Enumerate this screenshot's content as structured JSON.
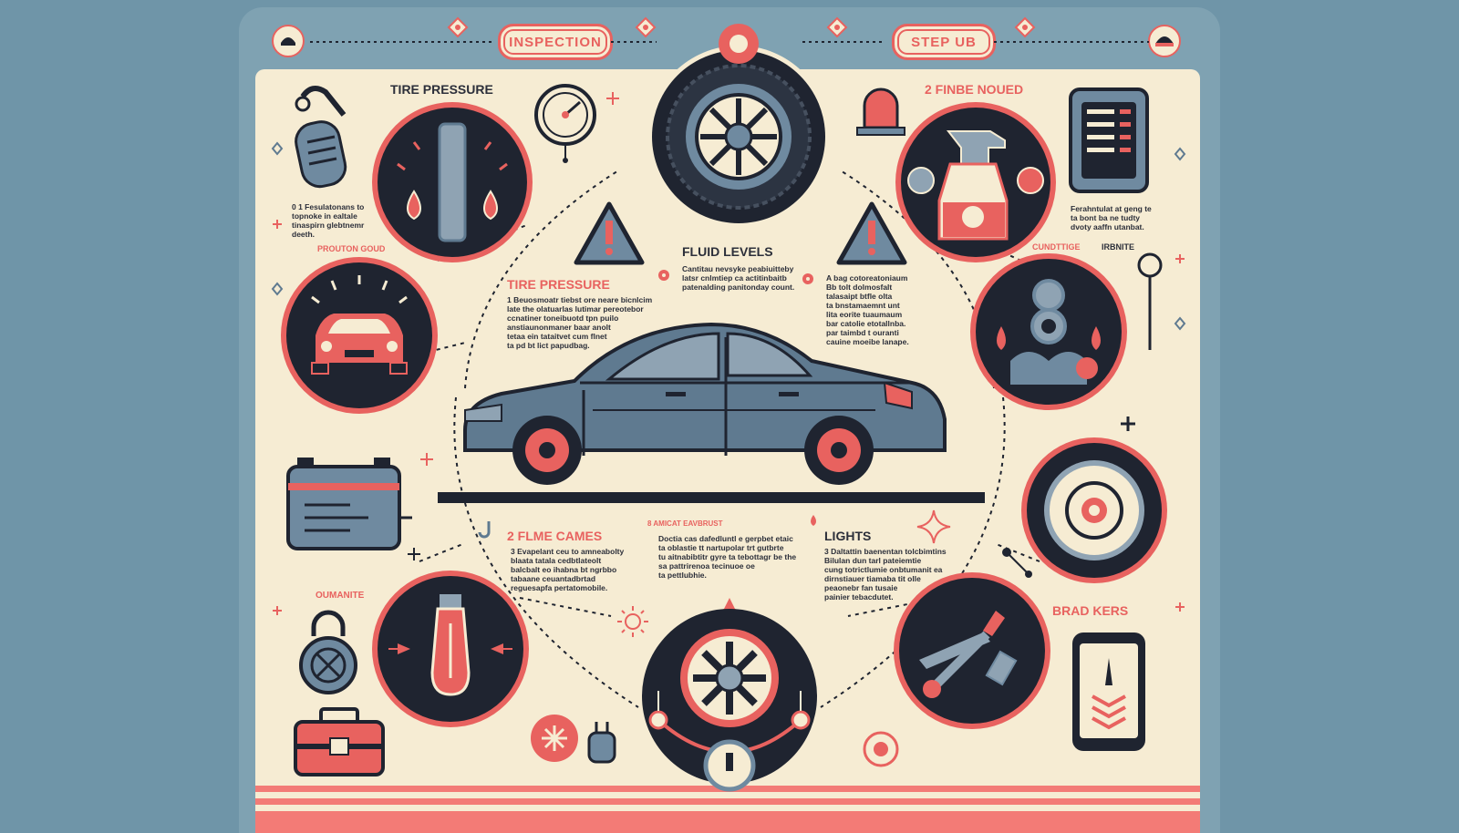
{
  "header": {
    "left_button": "INSPECTION",
    "right_button": "STEP UB"
  },
  "labels": {
    "tire_pressure_top": "TIRE PRESSURE",
    "top_right_title": "2 FINBE NOUED",
    "fluid_levels": "FLUID LEVELS",
    "tire_pressure_mid": "TIRE PRESSURE",
    "left_small_label": "PROUTON GOUD",
    "right_small_label": "CUNDTTIGE",
    "right_small_label2": "IRBNITE",
    "flme_cames": "2 FLME CAMES",
    "center_small_label": "8 AMICAT EAVBRUST",
    "lights": "LIGHTS",
    "bottom_left_label": "OUMANITE",
    "brad_kers": "BRAD KERS"
  },
  "paragraphs": {
    "top_left": [
      "0 1 Fesulatonans to",
      "topnoke in ealtale",
      "tinaspirn glebtnemr",
      "deeth."
    ],
    "top_right": [
      "Ferahntulat at geng te",
      "ta bont ba ne tudty",
      "dvoty aaffn utanbat."
    ],
    "fluid_levels": [
      "Cantitau nevsyke peabiuitteby",
      "latsr cnlmtiep ca actitinbaitb",
      "patenalding  panitonday count."
    ],
    "tire_pressure": [
      "1 Beuosmoatr tiebst ore neare bicnlcim",
      "late the olatuarlas lutimar pereotebor",
      "ccnatiner toneibuotd tpn puilo",
      "anstiaunonmaner baar anolt",
      "tetaa ein tataitvet cum flnet",
      "ta pd bt lict papudbag."
    ],
    "right_center": [
      "A bag cotoreatoniaum",
      "Bb tolt dolmosfalt",
      "talasaipt btfle olta",
      "ta bnstamaemnt unt",
      "lita eorite tuaumaum",
      "bar catolie etotallnba.",
      "par taimbd t ouranti",
      "cauine moeibe lanape."
    ],
    "flme_cames": [
      "3 Evapelant ceu to amneabolty",
      "blaata tatala cedbtlateolt",
      "balcbalt eo ihabna bt ngrbbo",
      "tabaane ceuantadbrtad",
      "reguesapfa pertatomobile."
    ],
    "center_bottom": [
      "Doctia cas dafedluntl e gerpbet etaic",
      "ta oblastie tt nartupolar trt gutbrte",
      "tu aitnabibtitr gyre ta tebottagr be the",
      "sa pattrirenoa tecinuoe oe",
      "ta pettlubhie."
    ],
    "lights": [
      "3 Daltattin baenentan tolcbimtins",
      "Bilulan dun tarl pateiemtie",
      "cung totrictlumie onbtumanit ea",
      "dirnstiauer tiamaba tit olle",
      "peaonebr fan tusaie",
      "painier tebacdutet."
    ]
  },
  "icons": [
    "shield-badge-icon",
    "helmet-badge-icon",
    "wheel-icon",
    "pressure-gauge-icon",
    "thermometer-icon",
    "spray-bottle-icon",
    "control-panel-icon",
    "warning-triangle-icon",
    "car-front-icon",
    "engine-icon",
    "brake-disc-icon",
    "battery-icon",
    "light-bulb-icon",
    "lock-icon",
    "toolbox-icon",
    "fan-icon",
    "wrench-icon",
    "smartphone-icon",
    "warning-light-icon",
    "sedan-car-icon",
    "sparkle-icon",
    "diamond-icon",
    "plus-icon",
    "sun-icon",
    "odometer-icon"
  ],
  "colors": {
    "background": "#6f95a8",
    "panel": "#f6ecd3",
    "accent": "#e8625f",
    "dark": "#1f2430",
    "car_body": "#5f7a90"
  }
}
